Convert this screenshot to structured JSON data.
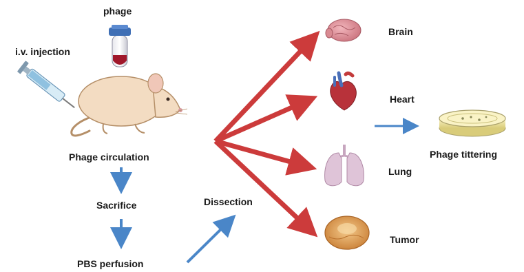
{
  "labels": {
    "phage": "phage",
    "iv_injection": "i.v. injection",
    "phage_circulation": "Phage circulation",
    "sacrifice": "Sacrifice",
    "pbs_perfusion": "PBS perfusion",
    "dissection": "Dissection",
    "brain": "Brain",
    "heart": "Heart",
    "lung": "Lung",
    "tumor": "Tumor",
    "phage_titering": "Phage tittering"
  },
  "colors": {
    "flow_arrow": "#4a86c8",
    "dissection_arrow": "#cc3b3b",
    "mouse_body": "#f3dcc2",
    "mouse_outline": "#b58f68",
    "tube_cap": "#3f6fb5",
    "tube_liquid": "#a0172a",
    "brain": "#d98a92",
    "heart": "#b8323a",
    "lung": "#dfc4d8",
    "tumor": "#e3a35a",
    "dish": "#f2e9a8"
  }
}
